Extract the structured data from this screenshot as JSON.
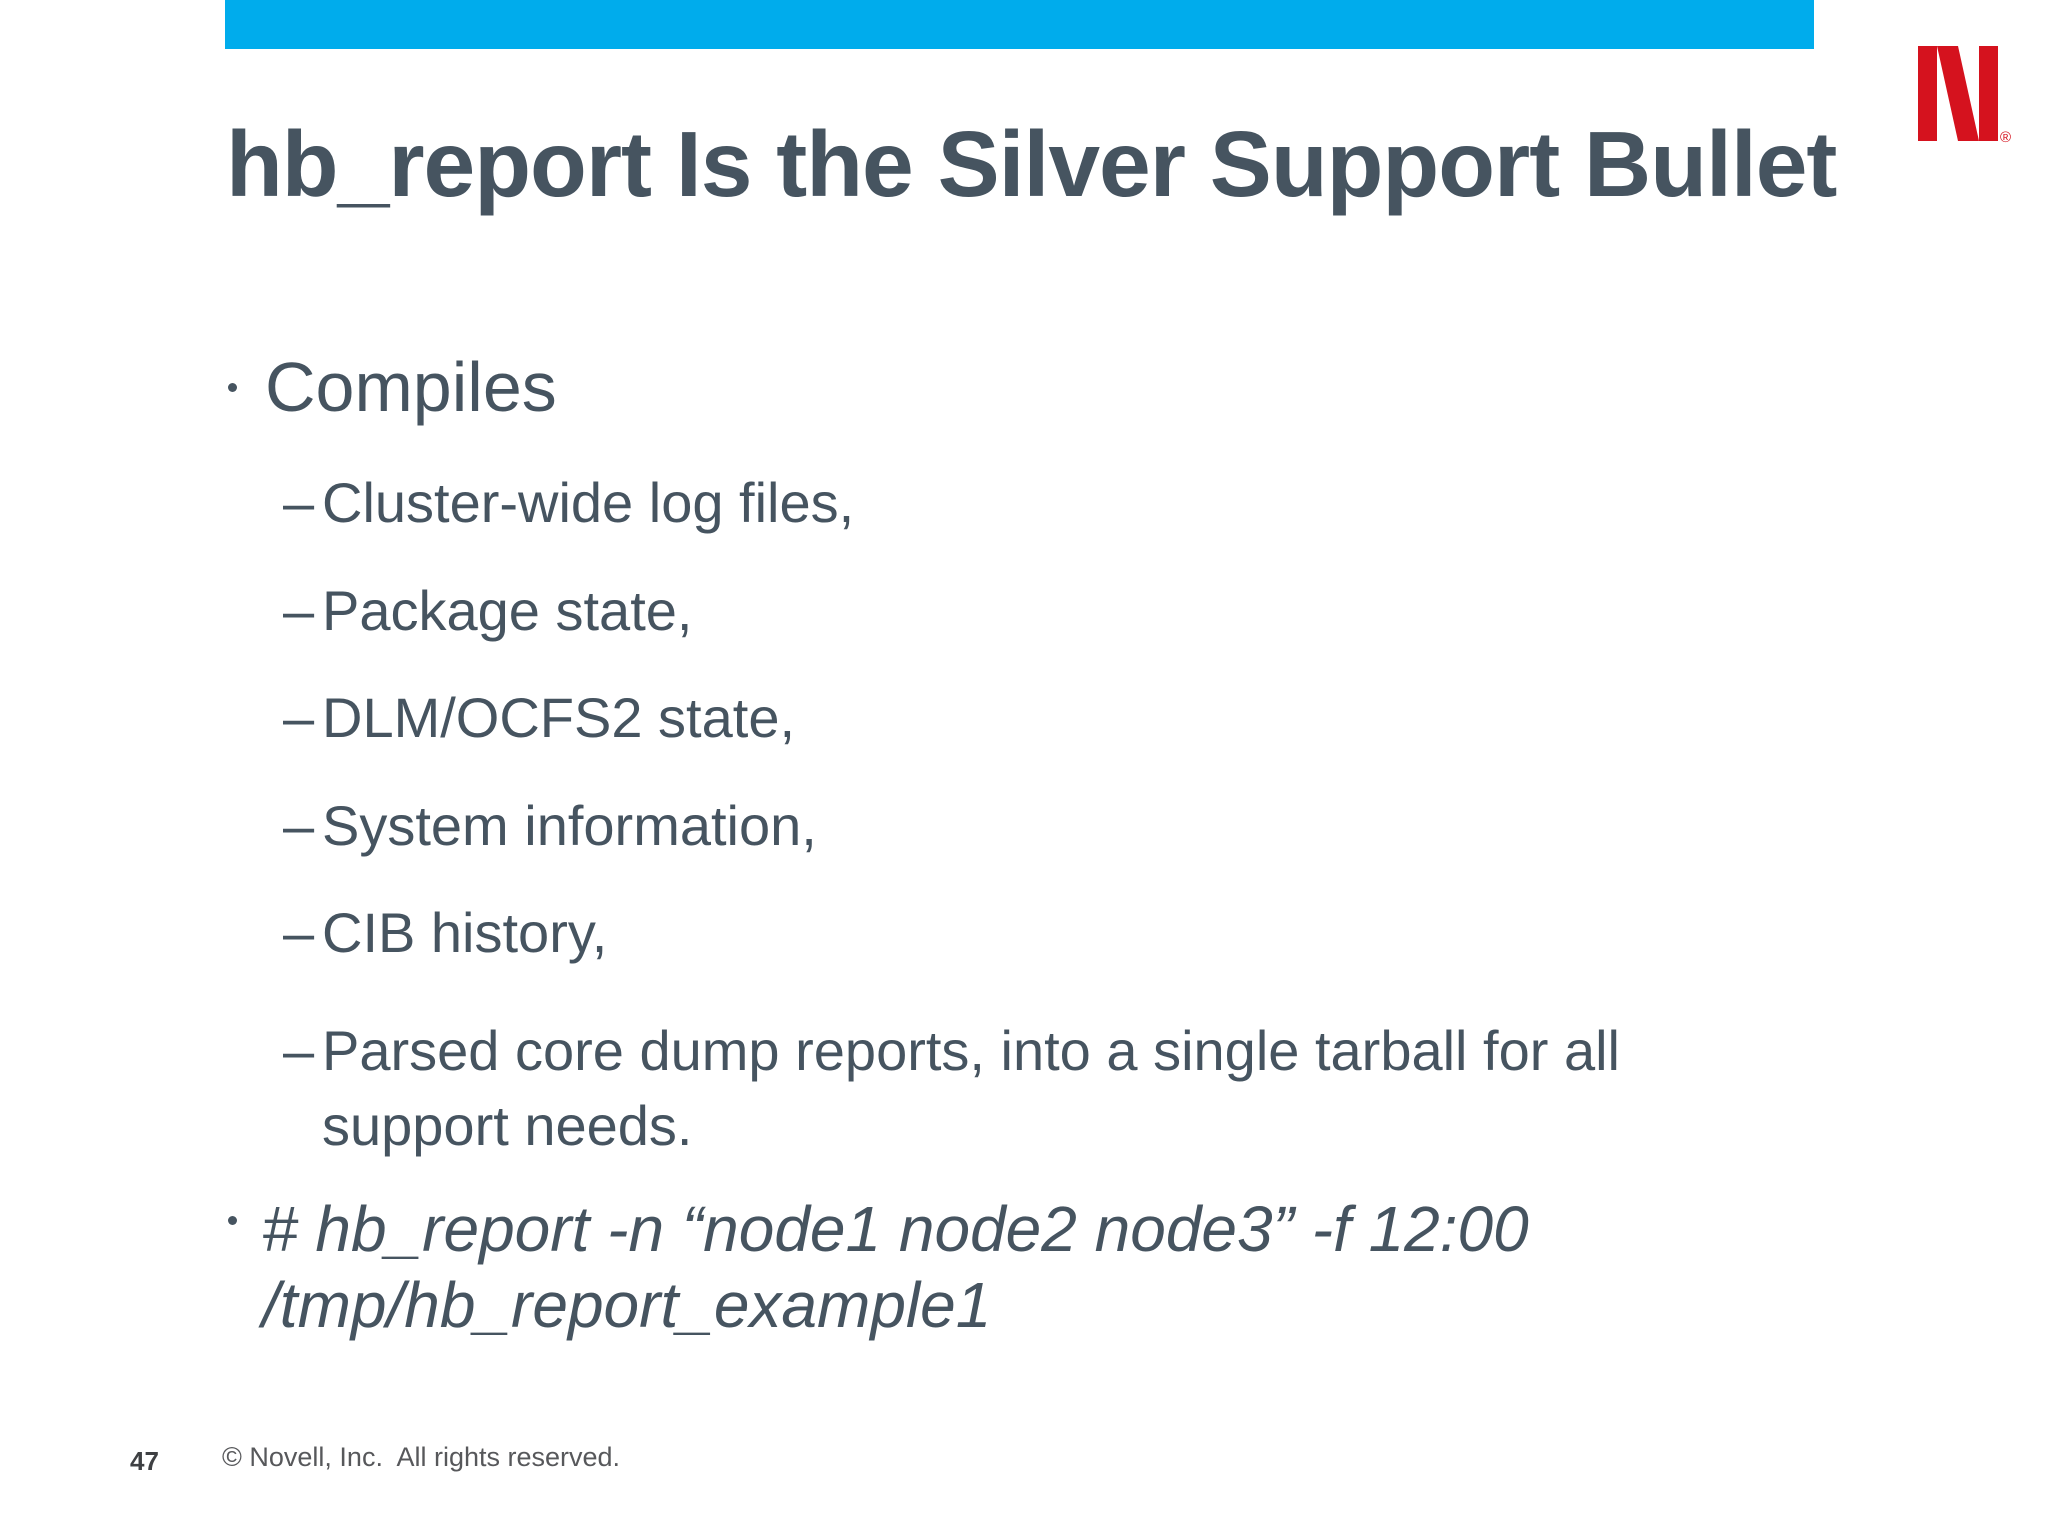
{
  "slide": {
    "title": "hb_report Is the Silver Support Bullet",
    "colors": {
      "accent_bar": "#00ACEC",
      "body_text": "#465460",
      "logo_red": "#D5121E",
      "footer_gray": "#57585B"
    },
    "logo": {
      "name": "Novell",
      "registered_mark": "®"
    },
    "markers": {
      "dash": "–"
    },
    "content": {
      "bullet1": {
        "label": "Compiles"
      },
      "sub_bullets": [
        {
          "text": "Cluster-wide log files,"
        },
        {
          "text": "Package state,"
        },
        {
          "text": "DLM/OCFS2 state,"
        },
        {
          "text": "System information,"
        },
        {
          "text": "CIB history,"
        },
        {
          "line1": "Parsed core dump reports, into a single tarball for all",
          "line2": "support needs."
        }
      ],
      "command_bullet": {
        "line1": "# hb_report -n “node1 node2 node3” -f 12:00",
        "line2": "/tmp/hb_report_example1"
      }
    },
    "footer": {
      "page_number": "47",
      "copyright": "©  Novell, Inc.  All rights reserved."
    }
  }
}
